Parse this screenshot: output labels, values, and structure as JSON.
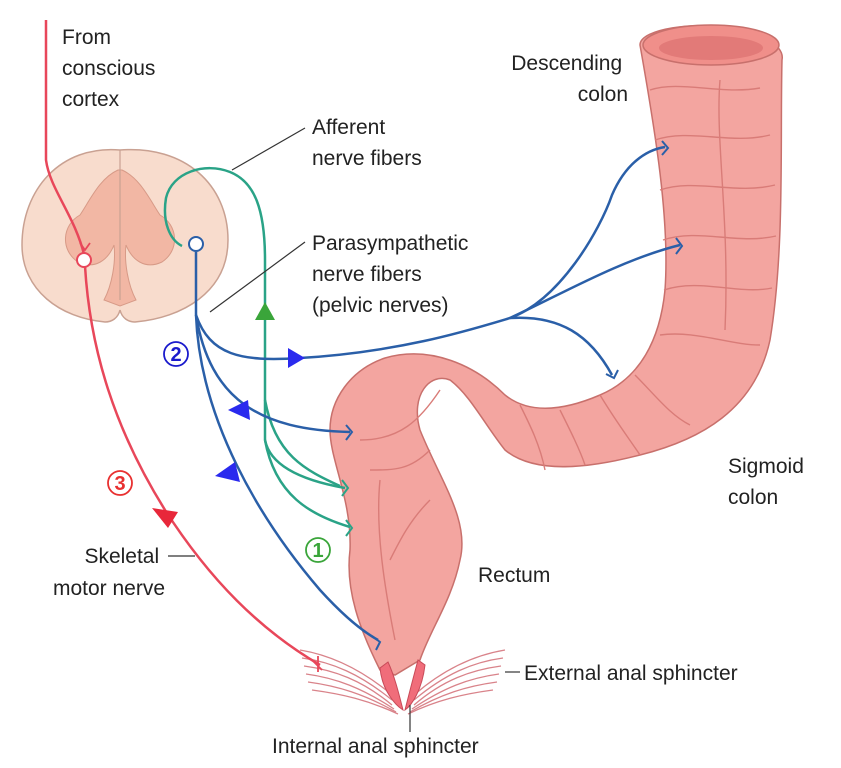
{
  "labels": {
    "from_cortex": [
      "From",
      "conscious",
      "cortex"
    ],
    "afferent": [
      "Afferent",
      "nerve fibers"
    ],
    "parasympathetic": [
      "Parasympathetic",
      "nerve fibers",
      "(pelvic nerves)"
    ],
    "descending_colon": [
      "Descending",
      "colon"
    ],
    "sigmoid_colon": [
      "Sigmoid",
      "colon"
    ],
    "rectum": "Rectum",
    "skeletal_motor": [
      "Skeletal",
      "motor nerve"
    ],
    "external_sphincter": "External anal sphincter",
    "internal_sphincter": "Internal anal sphincter"
  },
  "markers": {
    "afferent": "1",
    "parasympathetic": "2",
    "skeletal": "3"
  },
  "colors": {
    "afferent": "#2aa387",
    "parasympathetic": "#2a5fa8",
    "skeletal": "#e8475a",
    "marker_green": "#3aa53a",
    "marker_blue": "#1a1acc",
    "marker_red": "#e83030",
    "colon": "#f3a5a0",
    "colon_dark": "#d97c78",
    "cord": "#f6d2c2"
  }
}
